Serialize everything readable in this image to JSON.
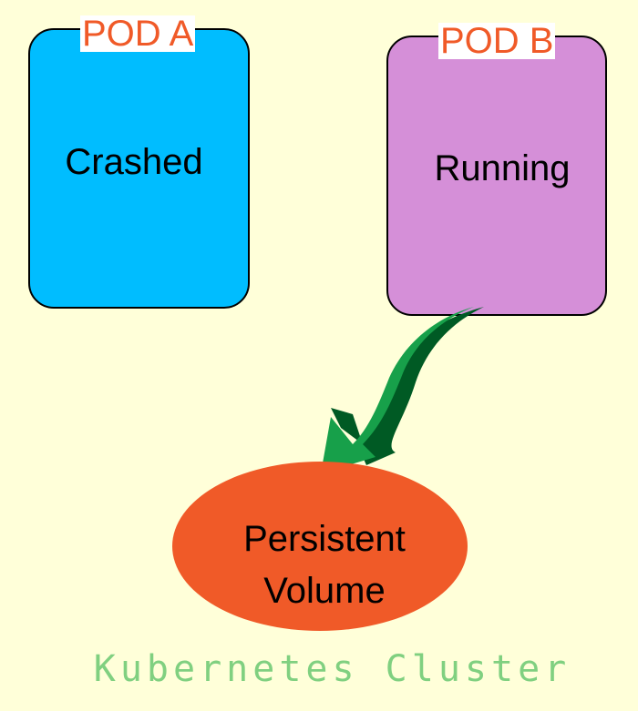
{
  "colors": {
    "background": "#ffffd9",
    "pod_a_fill": "#00bdff",
    "pod_b_fill": "#d58fd8",
    "pod_title": "#f05a28",
    "volume_fill": "#f05a28",
    "arrow_light": "#17a04a",
    "arrow_dark": "#005a24",
    "caption": "#80d080"
  },
  "pods": [
    {
      "title": "POD A",
      "status": "Crashed"
    },
    {
      "title": "POD B",
      "status": "Running"
    }
  ],
  "volume": {
    "line1": "Persistent",
    "line2": "Volume"
  },
  "caption": "Kubernetes Cluster"
}
